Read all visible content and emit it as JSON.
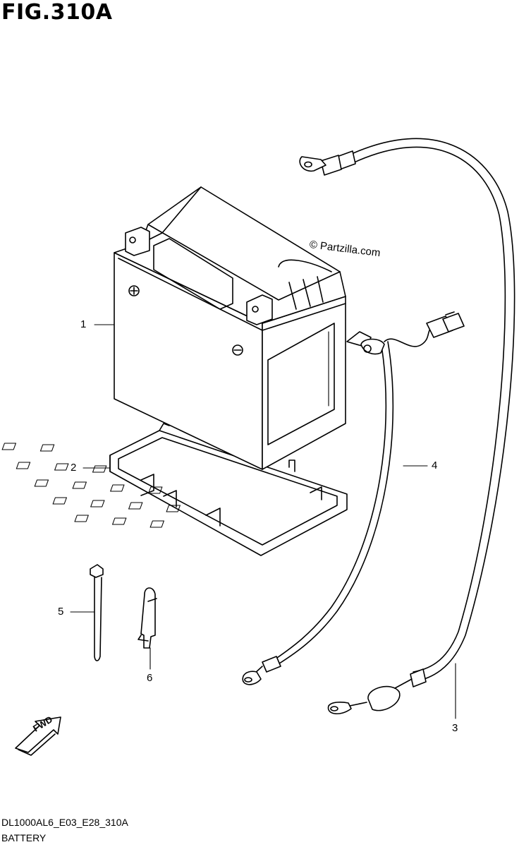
{
  "figure": {
    "title": "FIG.310A",
    "watermark": "© Partzilla.com",
    "direction_label": "FWD",
    "model_code": "DL1000AL6_E03_E28_310A",
    "section_name": "BATTERY"
  },
  "callouts": [
    {
      "id": "1",
      "part": "battery"
    },
    {
      "id": "2",
      "part": "battery-tray"
    },
    {
      "id": "3",
      "part": "battery-minus-lead"
    },
    {
      "id": "4",
      "part": "battery-plus-lead"
    },
    {
      "id": "5",
      "part": "cable-tie"
    },
    {
      "id": "6",
      "part": "clamp"
    }
  ]
}
